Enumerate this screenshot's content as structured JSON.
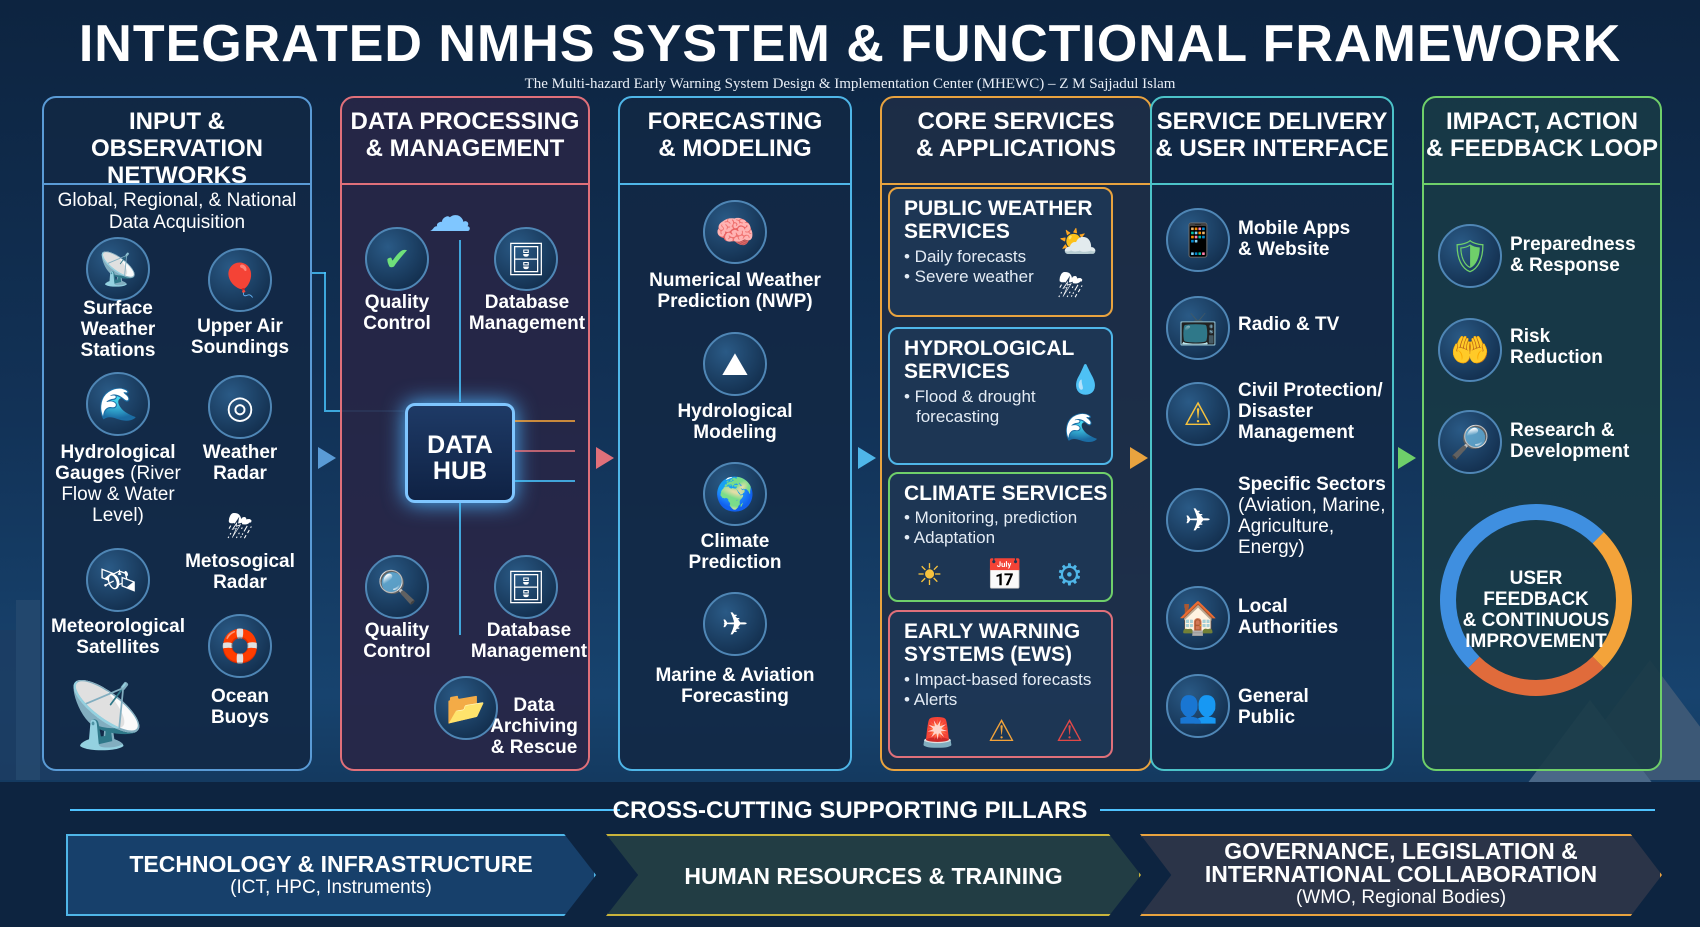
{
  "title": "INTEGRATED NMHS SYSTEM & FUNCTIONAL FRAMEWORK",
  "subtitle": "The Multi-hazard Early Warning System Design & Implementation Center (MHEWC) – Z M Sajjadul Islam",
  "colors": {
    "input": "#5a9bd6",
    "processing": "#e0707a",
    "forecast": "#4fb6e8",
    "core": "#e9a33f",
    "delivery": "#4cc3c9",
    "impact": "#6fcf6a"
  },
  "col1": {
    "title_l1": "INPUT & OBSERVATION",
    "title_l2": "NETWORKS",
    "sub_l1": "Global, Regional, & National",
    "sub_l2": "Data Acquisition",
    "surface": [
      "Surface",
      "Weather",
      "Stations"
    ],
    "upper": [
      "Upper Air",
      "Soundings"
    ],
    "hydro": [
      "Hydrological",
      "Gauges",
      "(River",
      "Flow & Water",
      "Level)"
    ],
    "radar": [
      "Weather",
      "Radar"
    ],
    "meto": [
      "Metosogical",
      "Radar"
    ],
    "sat": [
      "Meteorological",
      "Satellites"
    ],
    "buoy": [
      "Ocean",
      "Buoys"
    ]
  },
  "col2": {
    "title_l1": "DATA PROCESSING",
    "title_l2": "& MANAGEMENT",
    "qc1": [
      "Quality",
      "Control"
    ],
    "db1": [
      "Database",
      "Management"
    ],
    "hub": [
      "DATA",
      "HUB"
    ],
    "qc2": [
      "Quality",
      "Control"
    ],
    "db2": [
      "Database",
      "Management"
    ],
    "archive": [
      "Data",
      "Archiving",
      "& Rescue"
    ]
  },
  "col3": {
    "title_l1": "FORECASTING",
    "title_l2": "& MODELING",
    "nwp": [
      "Numerical Weather",
      "Prediction (NWP)"
    ],
    "hydro": [
      "Hydrological",
      "Modeling"
    ],
    "climate": [
      "Climate",
      "Prediction"
    ],
    "marine": [
      "Marine & Aviation",
      "Forecasting"
    ]
  },
  "col4": {
    "title_l1": "CORE SERVICES",
    "title_l2": "& APPLICATIONS",
    "pws": {
      "t1": "PUBLIC WEATHER",
      "t2": "SERVICES",
      "b1": "• Daily forecasts",
      "b2": "• Severe weather"
    },
    "hyd": {
      "t1": "HYDROLOGICAL",
      "t2": "SERVICES",
      "b1": "• Flood & drought",
      "b2": "forecasting"
    },
    "cli": {
      "t1": "CLIMATE SERVICES",
      "b1": "• Monitoring, prediction",
      "b2": "• Adaptation"
    },
    "ews": {
      "t1": "EARLY WARNING",
      "t2": "SYSTEMS (EWS)",
      "b1": "• Impact-based forecasts",
      "b2": "• Alerts"
    }
  },
  "col5": {
    "title_l1": "SERVICE DELIVERY",
    "title_l2": "& USER INTERFACE",
    "mobile": [
      "Mobile Apps",
      "& Website"
    ],
    "radio": [
      "Radio & TV"
    ],
    "civil": [
      "Civil Protection/",
      "Disaster",
      "Management"
    ],
    "sectors": [
      "Specific Sectors",
      "(Aviation, Marine,",
      "Agriculture,",
      "Energy)"
    ],
    "local": [
      "Local",
      "Authorities"
    ],
    "public": [
      "General",
      "Public"
    ]
  },
  "col6": {
    "title_l1": "IMPACT, ACTION",
    "title_l2": "& FEEDBACK LOOP",
    "prep": [
      "Preparedness",
      "& Response"
    ],
    "risk": [
      "Risk",
      "Reduction"
    ],
    "rnd": [
      "Research &",
      "Development"
    ],
    "loop": [
      "USER",
      "FEEDBACK",
      "& CONTINUOUS",
      "IMPROVEMENT"
    ]
  },
  "pillars": {
    "title": "CROSS-CUTTING SUPPORTING PILLARS",
    "p1": {
      "t": "TECHNOLOGY & INFRASTRUCTURE",
      "s": "(ICT, HPC, Instruments)"
    },
    "p2": {
      "t": "HUMAN RESOURCES & TRAINING"
    },
    "p3": {
      "t1": "GOVERNANCE, LEGISLATION &",
      "t2": "INTERNATIONAL COLLABORATION",
      "s": "(WMO, Regional Bodies)"
    }
  },
  "icons": [
    "antenna-tower-icon",
    "balloon-icon",
    "water-gauge-icon",
    "radar-icon",
    "cloud-radar-icon",
    "satellite-icon",
    "buoy-icon",
    "satellite-dish-icon",
    "check-gear-icon",
    "database-icon",
    "cloud-icon",
    "magnifier-check-icon",
    "folder-archive-icon",
    "globe-brain-icon",
    "mountain-river-icon",
    "earth-icon",
    "airplane-icon",
    "sun-cloud-icon",
    "storm-icon",
    "water-drop-icon",
    "flood-icon",
    "sun-icon",
    "calendar-icon",
    "gear-icon",
    "siren-icon",
    "warning-icon",
    "smartphone-icon",
    "tv-icon",
    "house-icon",
    "people-icon",
    "shield-check-icon",
    "hands-shield-icon",
    "chart-magnifier-icon",
    "cycle-arrows-icon"
  ]
}
